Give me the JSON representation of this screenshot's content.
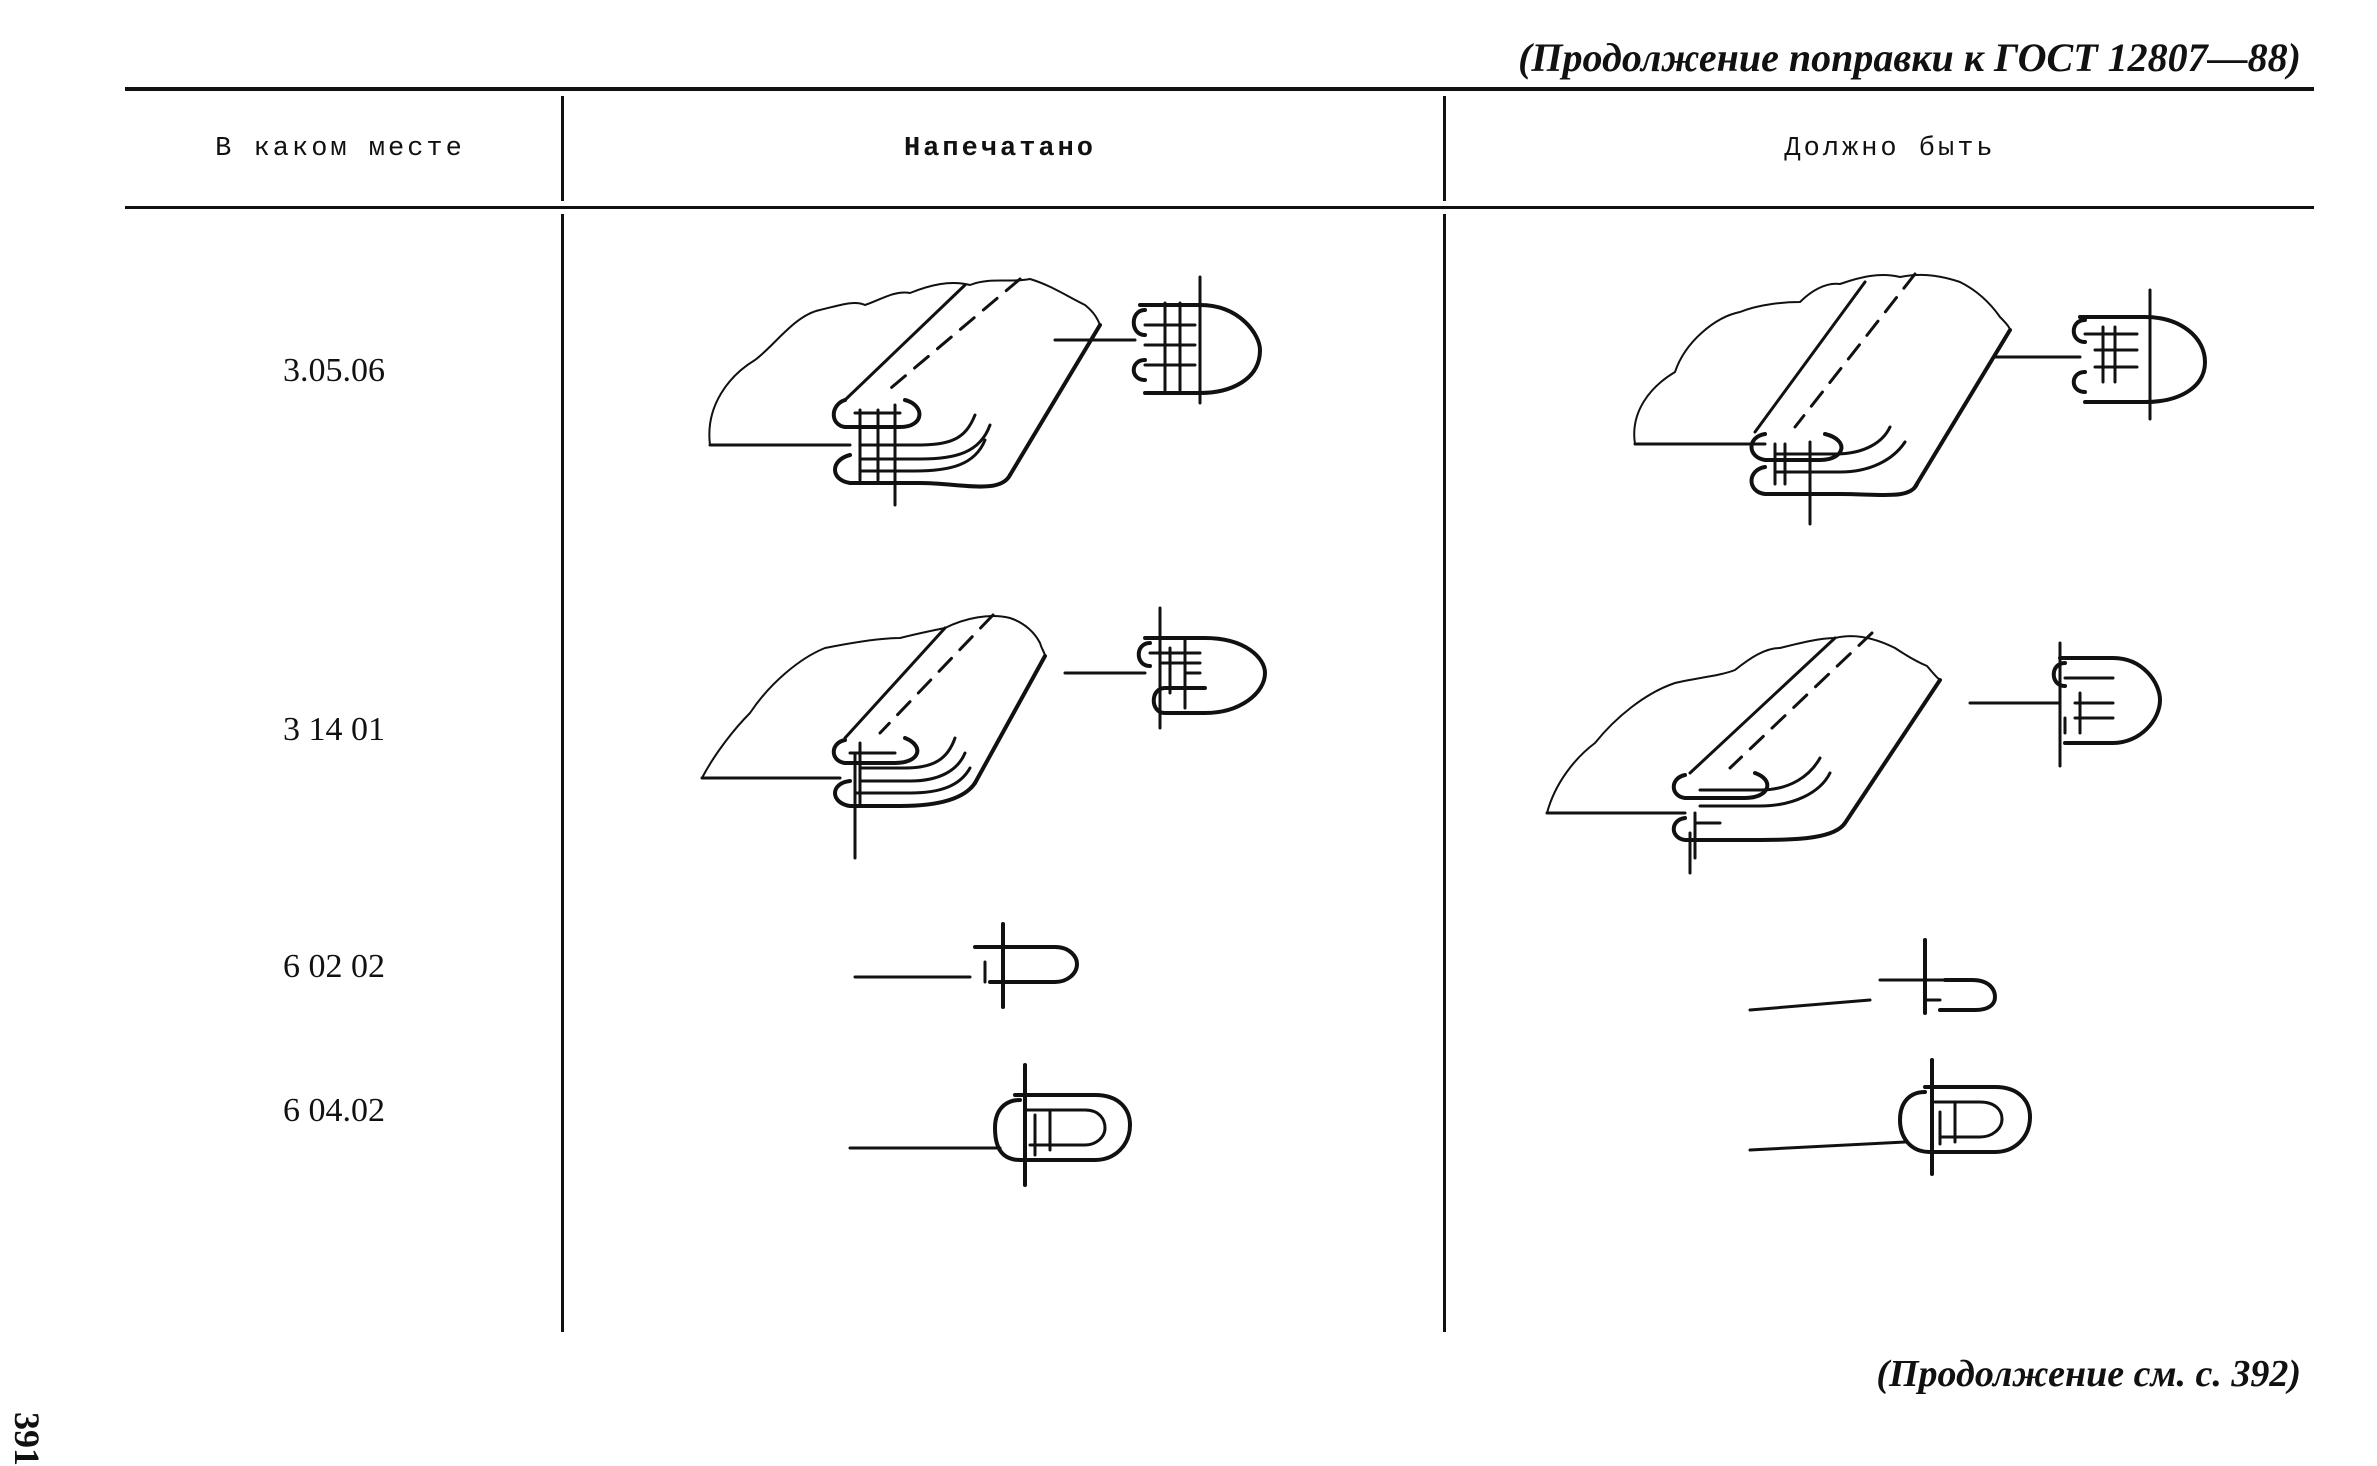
{
  "header": {
    "continuation": "(Продолжение поправки к ГОСТ 12807—88)"
  },
  "table": {
    "columns": [
      "В каком месте",
      "Напечатано",
      "Должно быть"
    ],
    "rows": [
      {
        "place": "3.05.06",
        "printed_figure": "seam-diagram-3-05-06-printed",
        "correct_figure": "seam-diagram-3-05-06-correct"
      },
      {
        "place": "3 14 01",
        "printed_figure": "seam-diagram-3-14-01-printed",
        "correct_figure": "seam-diagram-3-14-01-correct"
      },
      {
        "place": "6 02 02",
        "printed_figure": "seam-diagram-6-02-02-printed",
        "correct_figure": "seam-diagram-6-02-02-correct"
      },
      {
        "place": "6 04.02",
        "printed_figure": "seam-diagram-6-04-02-printed",
        "correct_figure": "seam-diagram-6-04-02-correct"
      }
    ]
  },
  "footer": {
    "continuation": "(Продолжение см. с. 392)",
    "page_number": "391"
  }
}
